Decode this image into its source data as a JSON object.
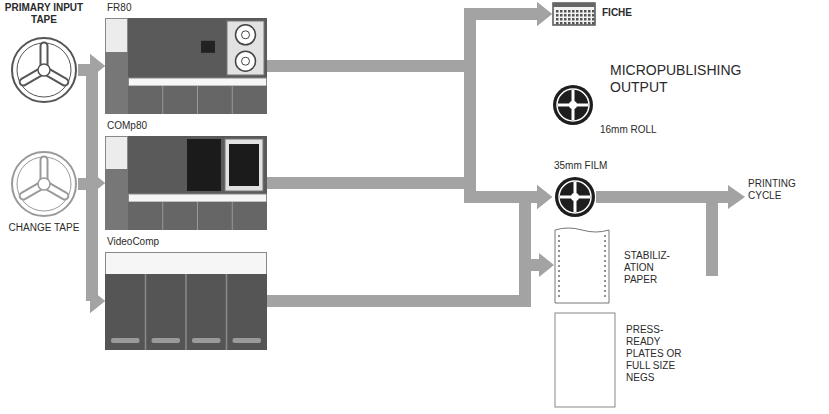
{
  "diagram": {
    "nodes": [
      {
        "text": [
          "PRIMARY INPUT TAPE"
        ]
      },
      {
        "text": [
          "CHANGE TAPE"
        ]
      },
      {
        "text": [
          "FR80"
        ]
      },
      {
        "text": [
          "COMp80"
        ]
      },
      {
        "text": [
          "VideoComp"
        ]
      },
      {
        "text": [
          "FICHE"
        ]
      },
      {
        "text": [
          "16mm ROLL"
        ]
      },
      {
        "text": [
          "35mm FILM"
        ]
      },
      {
        "text": [
          "STABILIZ- ATION PAPER"
        ]
      },
      {
        "text": [
          "PRESS-READY PLATES OR FULL SIZE NEGS"
        ]
      }
    ],
    "edges": [
      {
        "from": 0,
        "to": 2,
        "arrow": "to"
      },
      {
        "from": 0,
        "to": 3,
        "arrow": "to"
      },
      {
        "from": 0,
        "to": 4,
        "arrow": "to"
      },
      {
        "from": 1,
        "to": 2,
        "arrow": "to"
      },
      {
        "from": 1,
        "to": 3,
        "arrow": "to"
      },
      {
        "from": 1,
        "to": 4,
        "arrow": "to"
      },
      {
        "from": 2,
        "to": 5,
        "arrow": "to"
      },
      {
        "from": 2,
        "to": 7,
        "arrow": "to"
      },
      {
        "from": 3,
        "to": 5,
        "arrow": "to"
      },
      {
        "from": 3,
        "to": 7,
        "arrow": "to"
      },
      {
        "from": 4,
        "to": 7,
        "arrow": "to"
      },
      {
        "from": 4,
        "to": 8,
        "arrow": "to"
      }
    ],
    "labels": [
      "MICROPUBLISHING OUTPUT",
      "PRINTING CYCLE"
    ]
  }
}
